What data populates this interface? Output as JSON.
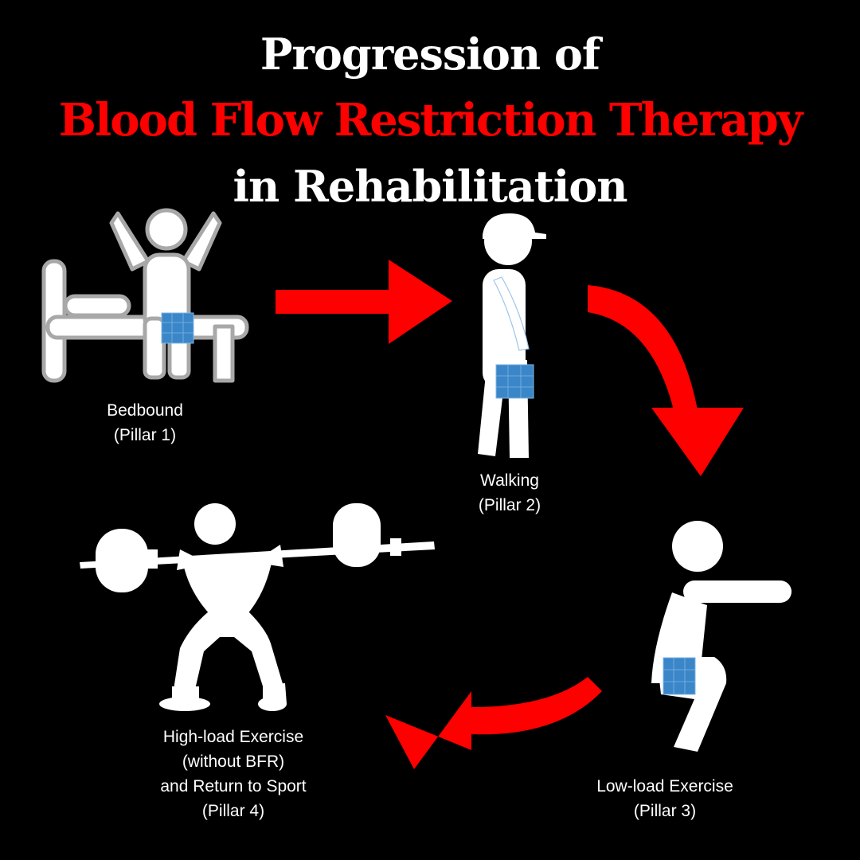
{
  "title": {
    "line1": "Progression of",
    "line2": "Blood Flow Restriction Therapy",
    "line3": "in Rehabilitation"
  },
  "colors": {
    "background": "#000000",
    "accent": "#ff0000",
    "cuff": "#3a86c8",
    "text": "#ffffff"
  },
  "pillars": [
    {
      "name": "Bedbound",
      "tag": "(Pillar 1)",
      "icon": "bedbound-figure-icon"
    },
    {
      "name": "Walking",
      "tag": "(Pillar 2)",
      "icon": "walking-figure-icon"
    },
    {
      "name": "Low-load Exercise",
      "tag": "(Pillar 3)",
      "icon": "squat-figure-icon"
    },
    {
      "lines": [
        "High-load Exercise",
        "(without BFR)",
        "and Return to Sport"
      ],
      "tag": "(Pillar 4)",
      "icon": "barbell-squat-icon"
    }
  ]
}
